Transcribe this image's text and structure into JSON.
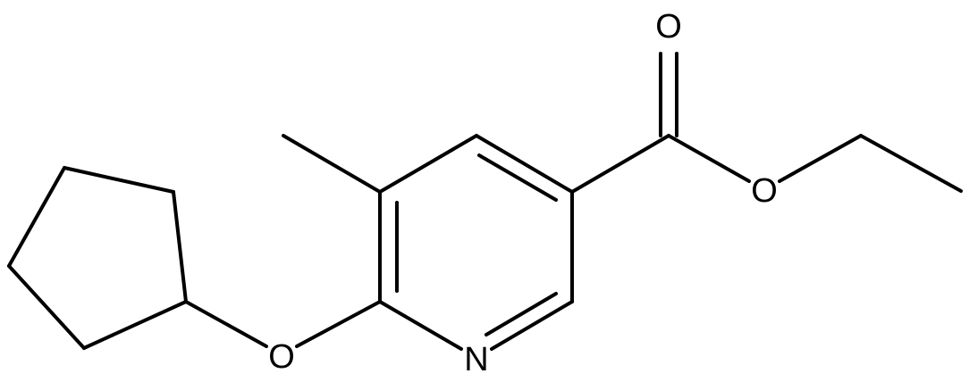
{
  "molecule": {
    "atoms": {
      "ring_nitrogen": "N",
      "ether_oxygen": "O",
      "carbonyl_oxygen": "O",
      "ester_oxygen": "O"
    },
    "colors": {
      "bond": "#000000",
      "label": "#000000",
      "background": "#ffffff"
    }
  }
}
